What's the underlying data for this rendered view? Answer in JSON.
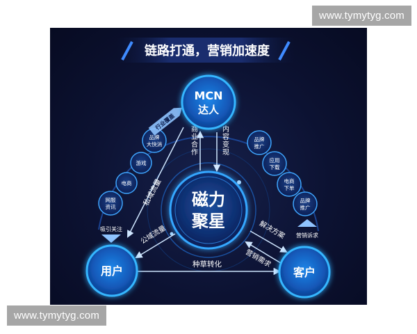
{
  "watermarks": {
    "top": "www.tymytyg.com",
    "bottom": "www.tymytyg.com"
  },
  "diagram": {
    "title": "链路打通，营销加速度",
    "center": {
      "line1": "磁力",
      "line2": "聚星"
    },
    "nodes": {
      "mcn": {
        "line1": "MCN",
        "line2": "达人"
      },
      "user": {
        "label": "用户"
      },
      "client": {
        "label": "客户"
      }
    },
    "arrows": {
      "content_monetize": "内容变现",
      "business_coop": "商业合作",
      "private_traffic": "私域流量",
      "public_traffic": "公域流量",
      "solution": "解决方案",
      "marketing_demand": "营销需求",
      "grass_conversion": "种草转化"
    },
    "side_labels": {
      "industry_coverage": "行业覆盖",
      "attract_attention": "吸引关注",
      "marketing_appeal": "营销诉求"
    },
    "left_items": [
      {
        "line1": "品牌",
        "line2": "大快消"
      },
      {
        "line1": "游戏",
        "line2": ""
      },
      {
        "line1": "电商",
        "line2": ""
      },
      {
        "line1": "网服",
        "line2": "资讯"
      }
    ],
    "right_items": [
      {
        "line1": "品牌",
        "line2": "推广"
      },
      {
        "line1": "应用",
        "line2": "下载"
      },
      {
        "line1": "电商",
        "line2": "下单"
      },
      {
        "line1": "品牌",
        "line2": "推广"
      }
    ]
  }
}
